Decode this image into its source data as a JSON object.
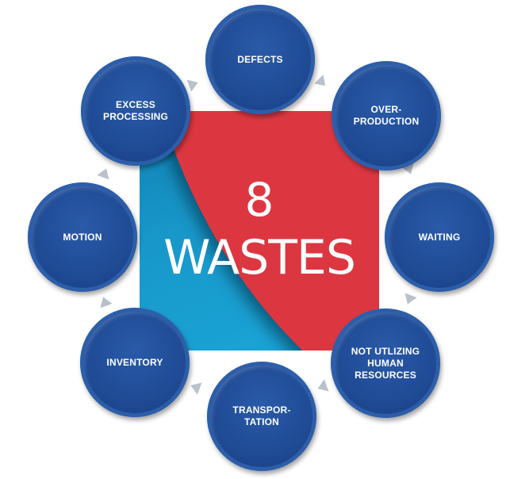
{
  "diagram": {
    "center": {
      "number": "8",
      "word": "WASTES"
    },
    "nodes": [
      {
        "id": "defects",
        "label": "DEFECTS"
      },
      {
        "id": "over-production",
        "label": "OVER-\nPRODUCTION"
      },
      {
        "id": "waiting",
        "label": "WAITING"
      },
      {
        "id": "not-utilizing",
        "label": "NOT UTLIZING\nHUMAN\nRESOURCES"
      },
      {
        "id": "transportation",
        "label": "TRANSPOR-\nTATION"
      },
      {
        "id": "inventory",
        "label": "INVENTORY"
      },
      {
        "id": "motion",
        "label": "MOTION"
      },
      {
        "id": "excess-processing",
        "label": "EXCESS\nPROCESSING"
      }
    ],
    "colors": {
      "circle": "#1f4a94",
      "red": "#dc3741",
      "blue": "#1897c9",
      "arrow": "#b9c1cc"
    }
  }
}
